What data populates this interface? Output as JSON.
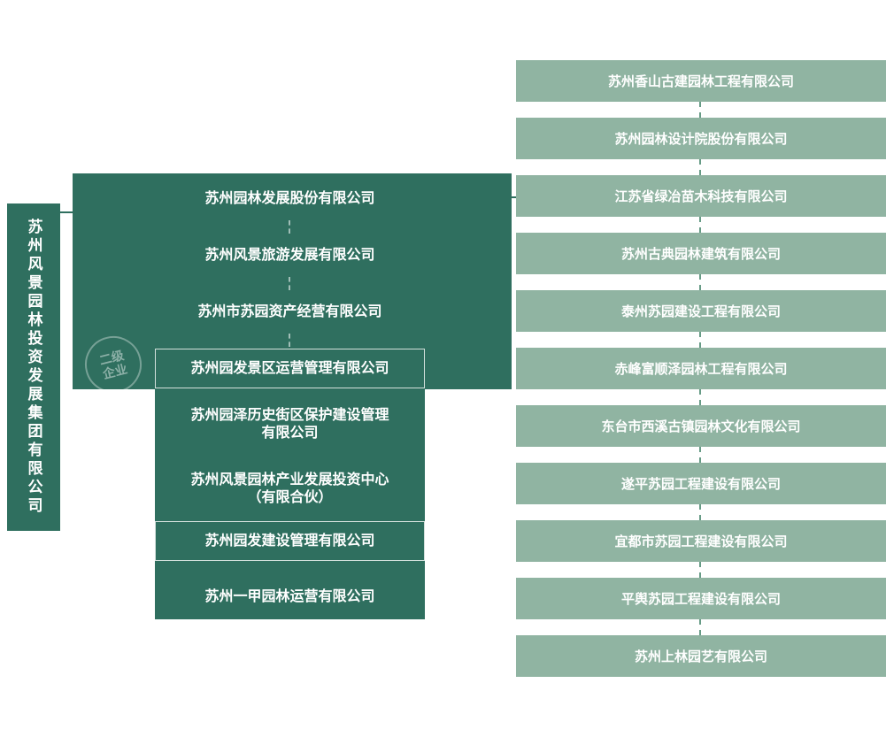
{
  "colors": {
    "teal": "#2f6f5f",
    "sage": "#90b4a2",
    "dash": "#679b86"
  },
  "root": {
    "name": "苏州风景园林投资发展集团有限公司"
  },
  "watermark": {
    "line1": "二级",
    "line2": "企业"
  },
  "middle": {
    "items": [
      {
        "label": "苏州园林发展股份有限公司"
      },
      {
        "label": "苏州风景旅游发展有限公司"
      },
      {
        "label": "苏州市苏园资产经营有限公司"
      },
      {
        "label": "苏州园发景区运营管理有限公司"
      },
      {
        "label": "苏州园泽历史街区保护建设管理\n有限公司"
      },
      {
        "label": "苏州风景园林产业发展投资中心\n（有限合伙）"
      },
      {
        "label": "苏州园发建设管理有限公司"
      },
      {
        "label": "苏州一甲园林运营有限公司"
      }
    ]
  },
  "right": {
    "items": [
      {
        "label": "苏州香山古建园林工程有限公司"
      },
      {
        "label": "苏州园林设计院股份有限公司"
      },
      {
        "label": "江苏省绿冶苗木科技有限公司"
      },
      {
        "label": "苏州古典园林建筑有限公司"
      },
      {
        "label": "泰州苏园建设工程有限公司"
      },
      {
        "label": "赤峰富顺泽园林工程有限公司"
      },
      {
        "label": "东台市西溪古镇园林文化有限公司"
      },
      {
        "label": "遂平苏园工程建设有限公司"
      },
      {
        "label": "宜都市苏园工程建设有限公司"
      },
      {
        "label": "平舆苏园工程建设有限公司"
      },
      {
        "label": "苏州上林园艺有限公司"
      }
    ]
  }
}
